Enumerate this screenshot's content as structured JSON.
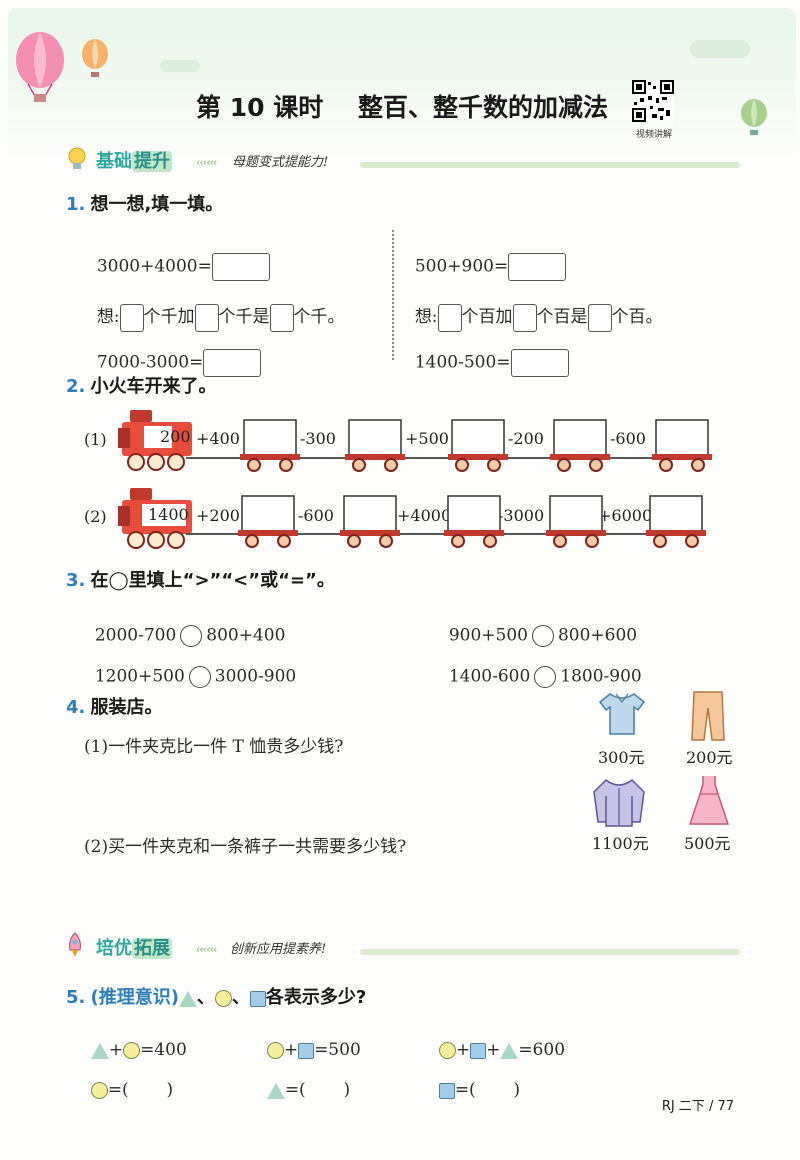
{
  "header": {
    "title": "第 10 课时    整百、整千数的加减法",
    "qr_label": "视频讲解"
  },
  "section1": {
    "title_a": "基础",
    "title_b": "提升",
    "subtitle": "母题变式提能力!"
  },
  "q1": {
    "num": "1.",
    "text": "想一想,填一填。",
    "left": {
      "eq1": "3000+4000=",
      "think_a": "想:",
      "think_b": "个千加",
      "think_c": "个千是",
      "think_d": "个千。",
      "eq2": "7000-3000="
    },
    "right": {
      "eq1": "500+900=",
      "think_a": "想:",
      "think_b": "个百加",
      "think_c": "个百是",
      "think_d": "个百。",
      "eq2": "1400-500="
    }
  },
  "q2": {
    "num": "2.",
    "text": "小火车开来了。",
    "train1": {
      "label": "(1)",
      "start": "200",
      "ops": [
        "+400",
        "-300",
        "+500",
        "-200",
        "-600"
      ]
    },
    "train2": {
      "label": "(2)",
      "start": "1400",
      "ops": [
        "+200",
        "-600",
        "+4000",
        "-3000",
        "+6000"
      ]
    }
  },
  "q3": {
    "num": "3.",
    "text": "在◯里填上“>”“<”或“=”。",
    "rows": [
      {
        "left_a": "2000-700",
        "left_b": "800+400",
        "right_a": "900+500",
        "right_b": "800+600"
      },
      {
        "left_a": "1200+500",
        "left_b": "3000-900",
        "right_a": "1400-600",
        "right_b": "1800-900"
      }
    ]
  },
  "q4": {
    "num": "4.",
    "text": "服装店。",
    "sub1": "(1)一件夹克比一件 T 恤贵多少钱?",
    "sub2": "(2)买一件夹克和一条裤子一共需要多少钱?",
    "items": [
      {
        "name": "tshirt",
        "price": "300元"
      },
      {
        "name": "pants",
        "price": "200元"
      },
      {
        "name": "jacket",
        "price": "1100元"
      },
      {
        "name": "dress",
        "price": "500元"
      }
    ]
  },
  "section2": {
    "title_a": "培优",
    "title_b": "拓展",
    "subtitle": "创新应用提素养!"
  },
  "q5": {
    "num": "5.",
    "tag": "(推理意识)",
    "text_tail": "、",
    "text_end": "各表示多少?",
    "eq1": "=400",
    "eq2": "=500",
    "eq3": "=600",
    "ans_eq": "=(",
    "ans_close": ")"
  },
  "footer": {
    "page": "RJ 二下 / 77"
  },
  "colors": {
    "accent_blue": "#2c7fb8",
    "section_green": "#2fa7a0",
    "train_red": "#c0392b"
  }
}
